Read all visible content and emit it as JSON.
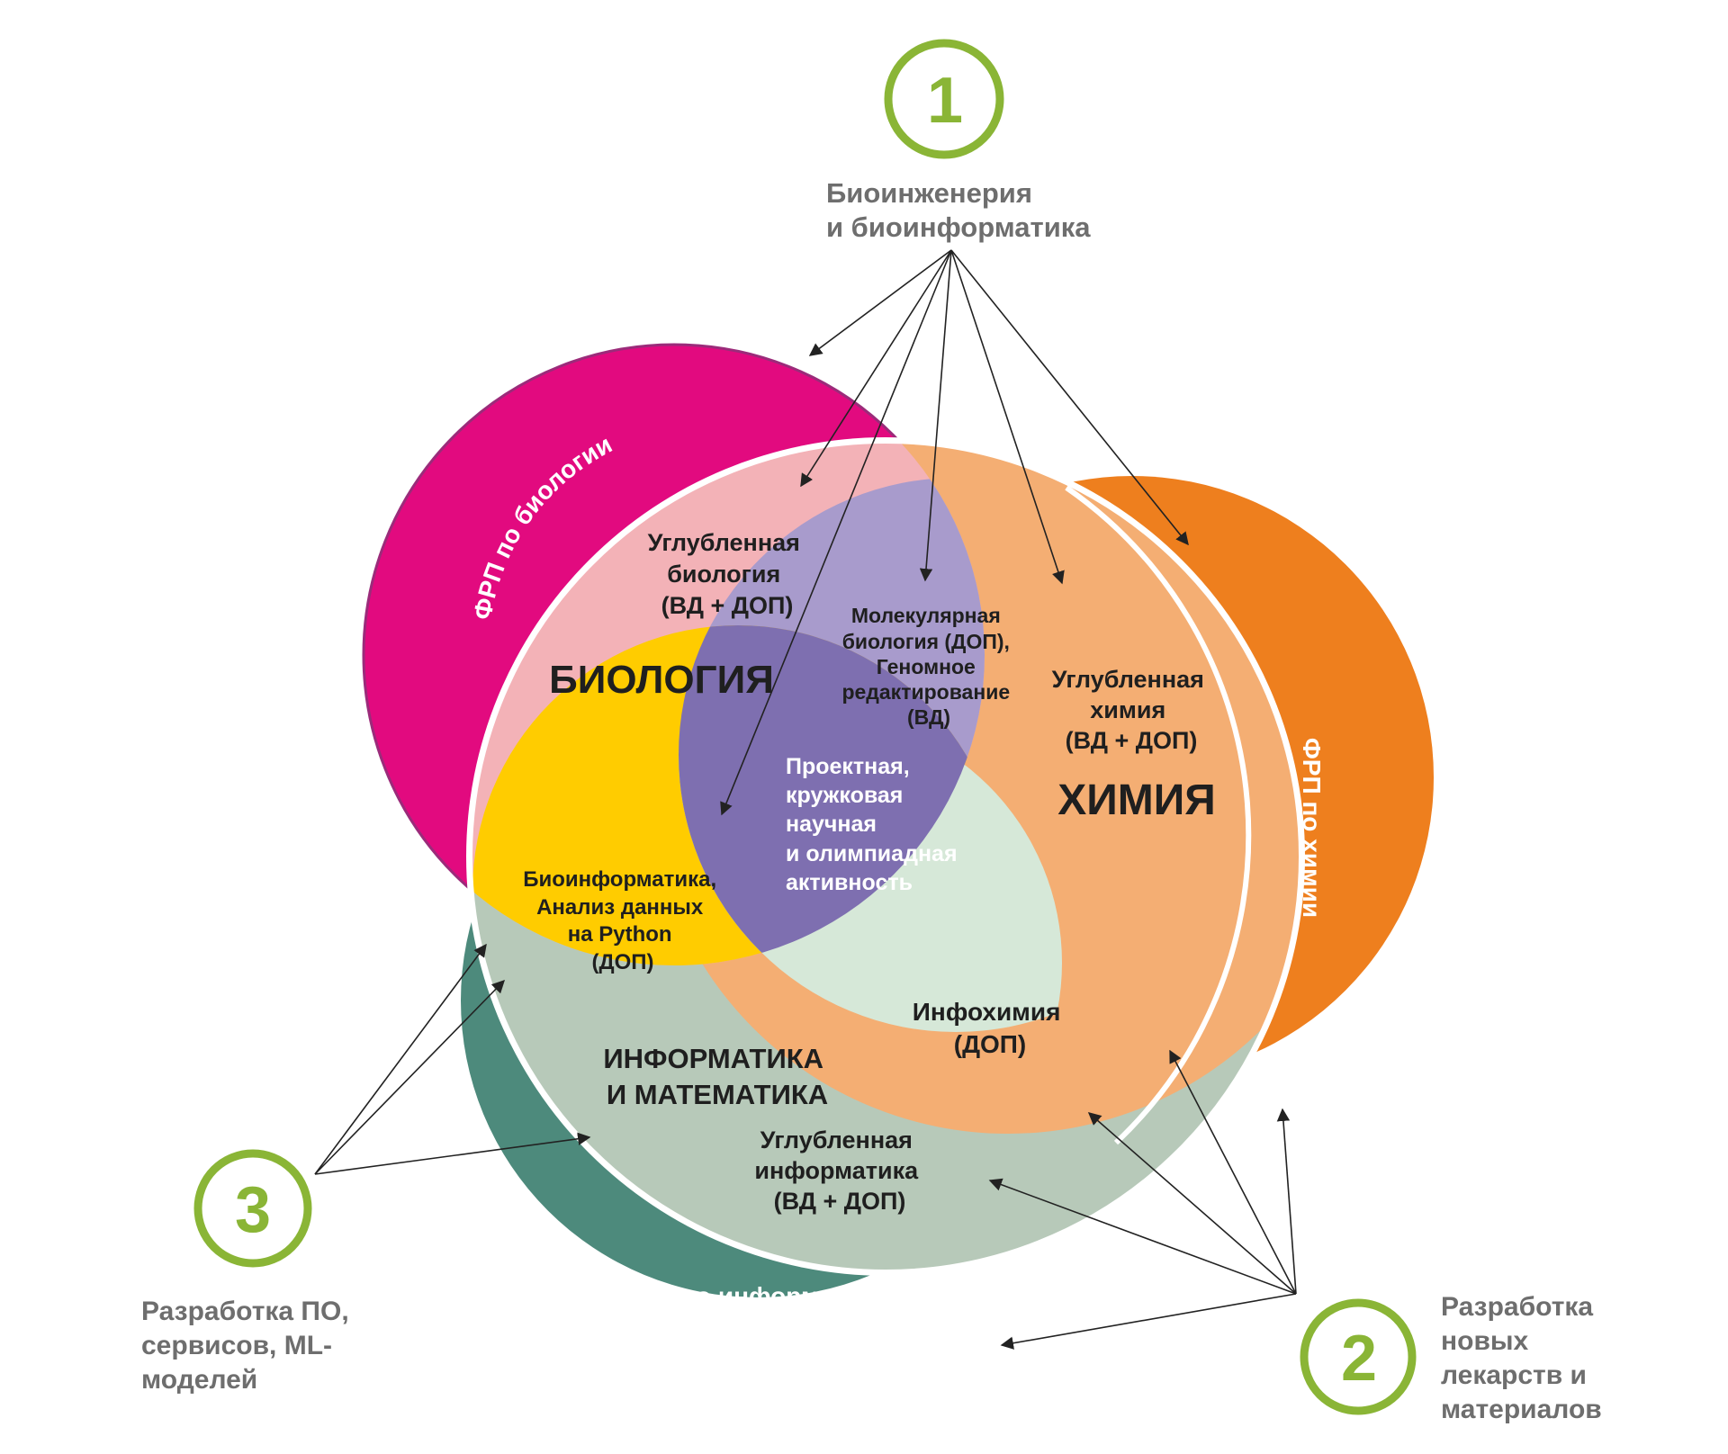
{
  "colors": {
    "biology_outer": "#e20a7f",
    "chemistry_outer": "#ee7f1e",
    "informatics_outer": "#4d8a7c",
    "biology_inner": "#f3b2b7",
    "chemistry_inner": "#f4ae73",
    "informatics_inner": "#b7c9b9",
    "bio_info_overlap": "#ffcc00",
    "bio_chem_overlap": "#a89bcc",
    "chem_info_overlap": "#d6e8d8",
    "center_overlap": "#7e6fb0",
    "badge_green": "#8ab536",
    "label_grey": "#6e6e6e"
  },
  "badges": [
    {
      "number": "1",
      "caption": [
        "Биоинженерия",
        "и биоинформатика"
      ]
    },
    {
      "number": "2",
      "caption": [
        "Разработка",
        "новых",
        "лекарств и",
        "материалов"
      ]
    },
    {
      "number": "3",
      "caption": [
        "Разработка ПО,",
        "сервисов, ML-",
        "моделей"
      ]
    }
  ],
  "outer_labels": {
    "biology": "ФРП по биологии",
    "chemistry": "ФРП по химии",
    "informatics": "ФРП по информатике"
  },
  "subjects": {
    "biology": "БИОЛОГИЯ",
    "chemistry": "ХИМИЯ",
    "informatics": [
      "ИНФОРМАТИКА",
      "И МАТЕМАТИКА"
    ]
  },
  "courses": {
    "biology": [
      "Углубленная",
      "биология",
      "(ВД + ДОП)"
    ],
    "chemistry": [
      "Углубленная",
      "химия",
      "(ВД + ДОП)"
    ],
    "informatics": [
      "Углубленная",
      "информатика",
      "(ВД + ДОП)"
    ],
    "bio_chem": [
      "Молекулярная",
      "биология (ДОП),",
      "Геномное",
      "редактирование",
      "(ВД)"
    ],
    "bio_info": [
      "Биоинформатика,",
      "Анализ данных",
      "на Python",
      "(ДОП)"
    ],
    "chem_info": [
      "Инфохимия",
      "(ДОП)"
    ],
    "center": [
      "Проектная,",
      "кружковая",
      "научная",
      "и олимпиадная",
      "активность"
    ]
  }
}
